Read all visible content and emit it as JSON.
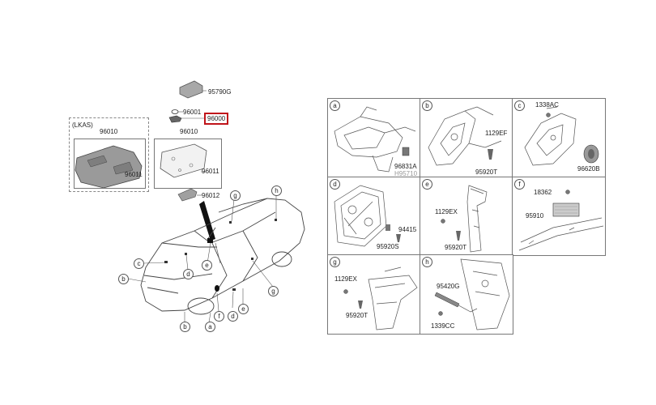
{
  "left": {
    "part_95790G": "95790G",
    "part_96001": "96001",
    "part_96000": "96000",
    "lkas_tag": "(LKAS)",
    "lkas_96010": "96010",
    "lkas_96011": "96011",
    "std_96010": "96010",
    "std_96011": "96011",
    "part_96012": "96012",
    "callouts": [
      "g",
      "h",
      "c",
      "b",
      "d",
      "e",
      "f",
      "d",
      "e",
      "g",
      "b",
      "a"
    ]
  },
  "cells": [
    {
      "id": "a",
      "labels": [
        "96831A",
        "H95710"
      ]
    },
    {
      "id": "b",
      "labels": [
        "1129EF",
        "95920T"
      ]
    },
    {
      "id": "c",
      "labels": [
        "1338AC",
        "96620B"
      ]
    },
    {
      "id": "d",
      "labels": [
        "94415",
        "95920S"
      ]
    },
    {
      "id": "e",
      "labels": [
        "1129EX",
        "95920T"
      ]
    },
    {
      "id": "f",
      "labels": [
        "18362",
        "95910"
      ]
    },
    {
      "id": "g",
      "labels": [
        "1129EX",
        "95920T"
      ]
    },
    {
      "id": "h",
      "labels": [
        "95420G",
        "1339CC"
      ]
    }
  ],
  "colors": {
    "highlight": "#c0141a",
    "line": "#444444",
    "shade": "#9a9a9a"
  }
}
